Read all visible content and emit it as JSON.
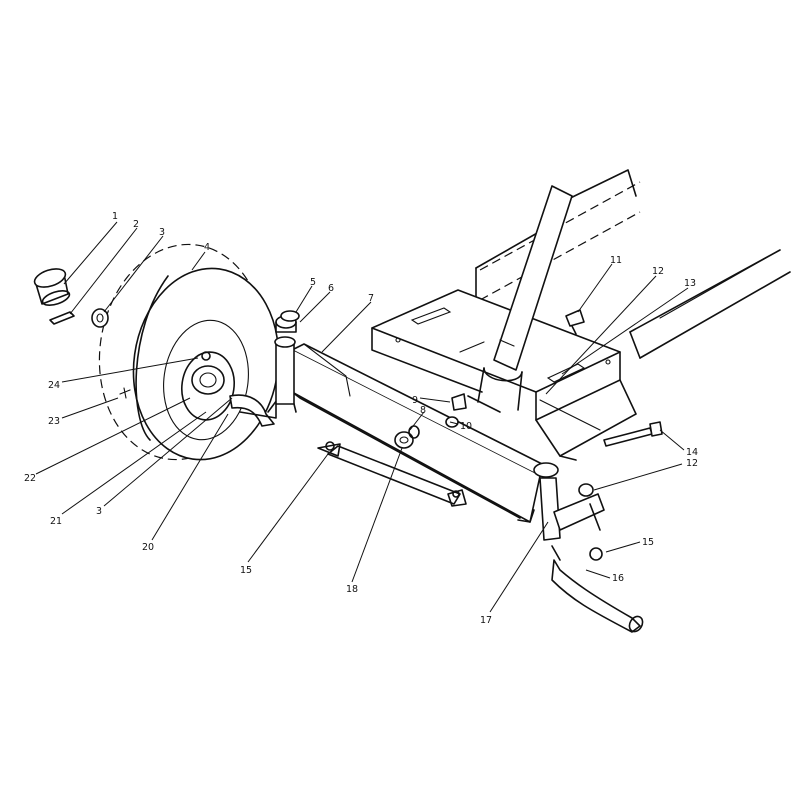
{
  "labels": [
    {
      "id": "1",
      "text": "1"
    },
    {
      "id": "2",
      "text": "2"
    },
    {
      "id": "3a",
      "text": "3"
    },
    {
      "id": "4",
      "text": "4"
    },
    {
      "id": "5",
      "text": "5"
    },
    {
      "id": "6",
      "text": "6"
    },
    {
      "id": "7",
      "text": "7"
    },
    {
      "id": "8",
      "text": "8"
    },
    {
      "id": "9",
      "text": "9"
    },
    {
      "id": "10",
      "text": "10"
    },
    {
      "id": "11",
      "text": "11"
    },
    {
      "id": "12a",
      "text": "12"
    },
    {
      "id": "13",
      "text": "13"
    },
    {
      "id": "14",
      "text": "14"
    },
    {
      "id": "12b",
      "text": "12"
    },
    {
      "id": "15a",
      "text": "15"
    },
    {
      "id": "16",
      "text": "16"
    },
    {
      "id": "17",
      "text": "17"
    },
    {
      "id": "18",
      "text": "18"
    },
    {
      "id": "15b",
      "text": "15"
    },
    {
      "id": "20",
      "text": "20"
    },
    {
      "id": "3b",
      "text": "3"
    },
    {
      "id": "21",
      "text": "21"
    },
    {
      "id": "22",
      "text": "22"
    },
    {
      "id": "23",
      "text": "23"
    },
    {
      "id": "24",
      "text": "24"
    }
  ]
}
